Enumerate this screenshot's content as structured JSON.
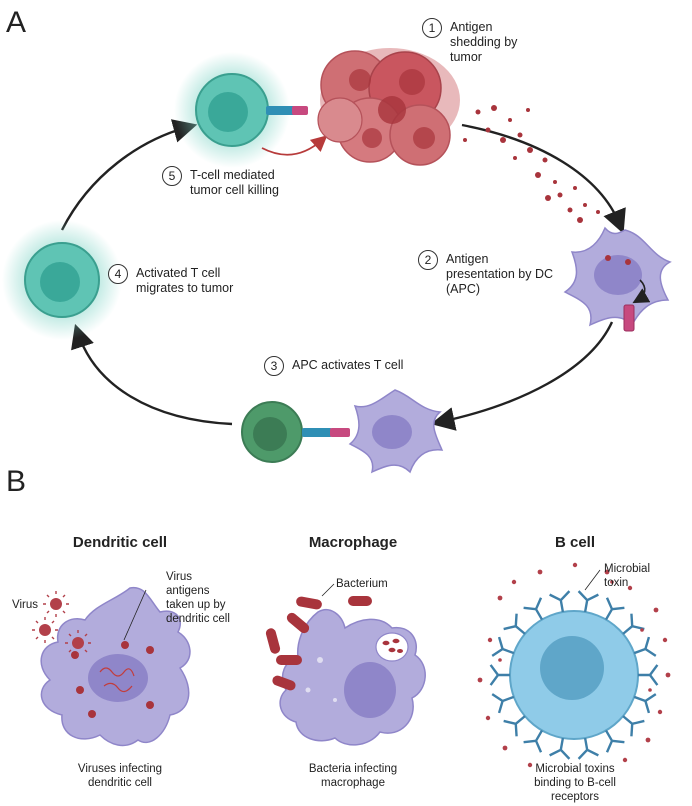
{
  "panel_a": {
    "letter": "A",
    "steps": [
      {
        "num": "1",
        "text": "Antigen\nshedding by\ntumor"
      },
      {
        "num": "2",
        "text": "Antigen\npresentation by DC\n(APC)"
      },
      {
        "num": "3",
        "text": "APC activates T cell"
      },
      {
        "num": "4",
        "text": "Activated T cell\nmigrates to tumor"
      },
      {
        "num": "5",
        "text": "T-cell mediated\ntumor cell killing"
      }
    ]
  },
  "panel_b": {
    "letter": "B",
    "dendritic": {
      "title": "Dendritic cell",
      "label_virus": "Virus",
      "label_antigens": "Virus\nantigens\ntaken up by\ndendritic cell",
      "caption": "Viruses infecting\ndendritic cell"
    },
    "macrophage": {
      "title": "Macrophage",
      "label_bacterium": "Bacterium",
      "caption": "Bacteria infecting\nmacrophage"
    },
    "bcell": {
      "title": "B cell",
      "label_toxin": "Microbial\ntoxin",
      "caption": "Microbial toxins\nbinding to B-cell\nreceptors"
    }
  },
  "colors": {
    "tcell": "#5fc4b4",
    "tumor": "#c9565f",
    "dendritic": "#b2acdc",
    "dendritic_nucleus": "#8f86c9",
    "green_tcell": "#4e9a6a",
    "bcell": "#8fcbe8",
    "antigen": "#a8343c",
    "receptor": "#2f8fb5"
  }
}
